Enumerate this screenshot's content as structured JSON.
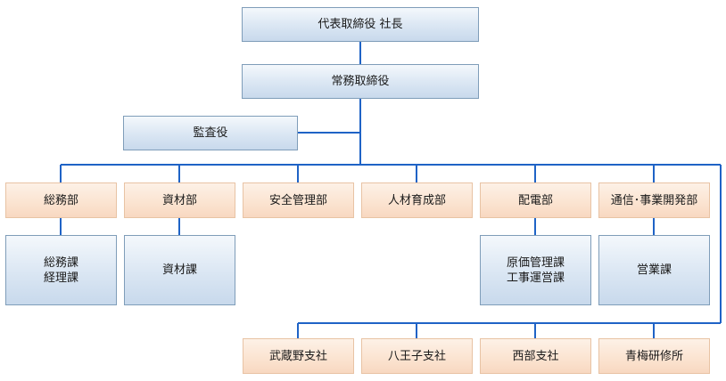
{
  "org": {
    "president": "代表取締役 社長",
    "managing_director": "常務取締役",
    "auditor": "監査役",
    "departments": {
      "general_affairs": "総務部",
      "materials": "資材部",
      "safety": "安全管理部",
      "hr": "人材育成部",
      "power": "配電部",
      "business_dev": "通信･事業開発部"
    },
    "sections": {
      "general_affairs_1": "総務課",
      "general_affairs_2": "経理課",
      "materials": "資材課",
      "power_1": "原価管理課",
      "power_2": "工事運営課",
      "business_dev": "営業課"
    },
    "branches": {
      "musashino": "武蔵野支社",
      "hachioji": "八王子支社",
      "seibu": "西部支社",
      "ome": "青梅研修所"
    }
  },
  "colors": {
    "line": "#1f63c6",
    "blue_border": "#7f9db9",
    "peach_border": "#e8c3a4"
  }
}
